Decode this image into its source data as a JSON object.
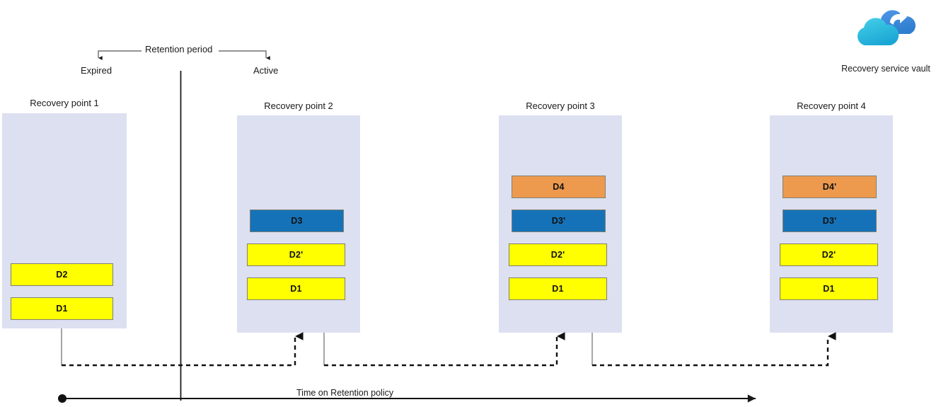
{
  "diagram": {
    "title_top": "Retention period",
    "expired_label": "Expired",
    "active_label": "Active",
    "timeline_label": "Time on Retention policy",
    "vault_label": "Recovery service vault",
    "vault_icon": "cloud-backup-icon"
  },
  "colors": {
    "panel_bg": "#dce0f0",
    "yellow": "#ffff00",
    "blue": "#1572b8",
    "orange": "#ed9a4f",
    "line": "#1a1a1a",
    "connector_grey": "#808080",
    "vault_cloud_back": "#3f8fe0",
    "vault_cloud_front": "#35bee0"
  },
  "recovery_points": [
    {
      "id": "rp1",
      "title": "Recovery point 1",
      "blocks": [
        {
          "label": "D2",
          "color": "#ffff00"
        },
        {
          "label": "D1",
          "color": "#ffff00"
        }
      ]
    },
    {
      "id": "rp2",
      "title": "Recovery point 2",
      "blocks": [
        {
          "label": "D3",
          "color": "#1572b8"
        },
        {
          "label": "D2'",
          "color": "#ffff00"
        },
        {
          "label": "D1",
          "color": "#ffff00"
        }
      ]
    },
    {
      "id": "rp3",
      "title": "Recovery point 3",
      "blocks": [
        {
          "label": "D4",
          "color": "#ed9a4f"
        },
        {
          "label": "D3'",
          "color": "#1572b8"
        },
        {
          "label": "D2'",
          "color": "#ffff00"
        },
        {
          "label": "D1",
          "color": "#ffff00"
        }
      ]
    },
    {
      "id": "rp4",
      "title": "Recovery point 4",
      "blocks": [
        {
          "label": "D4'",
          "color": "#ed9a4f"
        },
        {
          "label": "D3'",
          "color": "#1572b8"
        },
        {
          "label": "D2'",
          "color": "#ffff00"
        },
        {
          "label": "D1",
          "color": "#ffff00"
        }
      ]
    }
  ]
}
